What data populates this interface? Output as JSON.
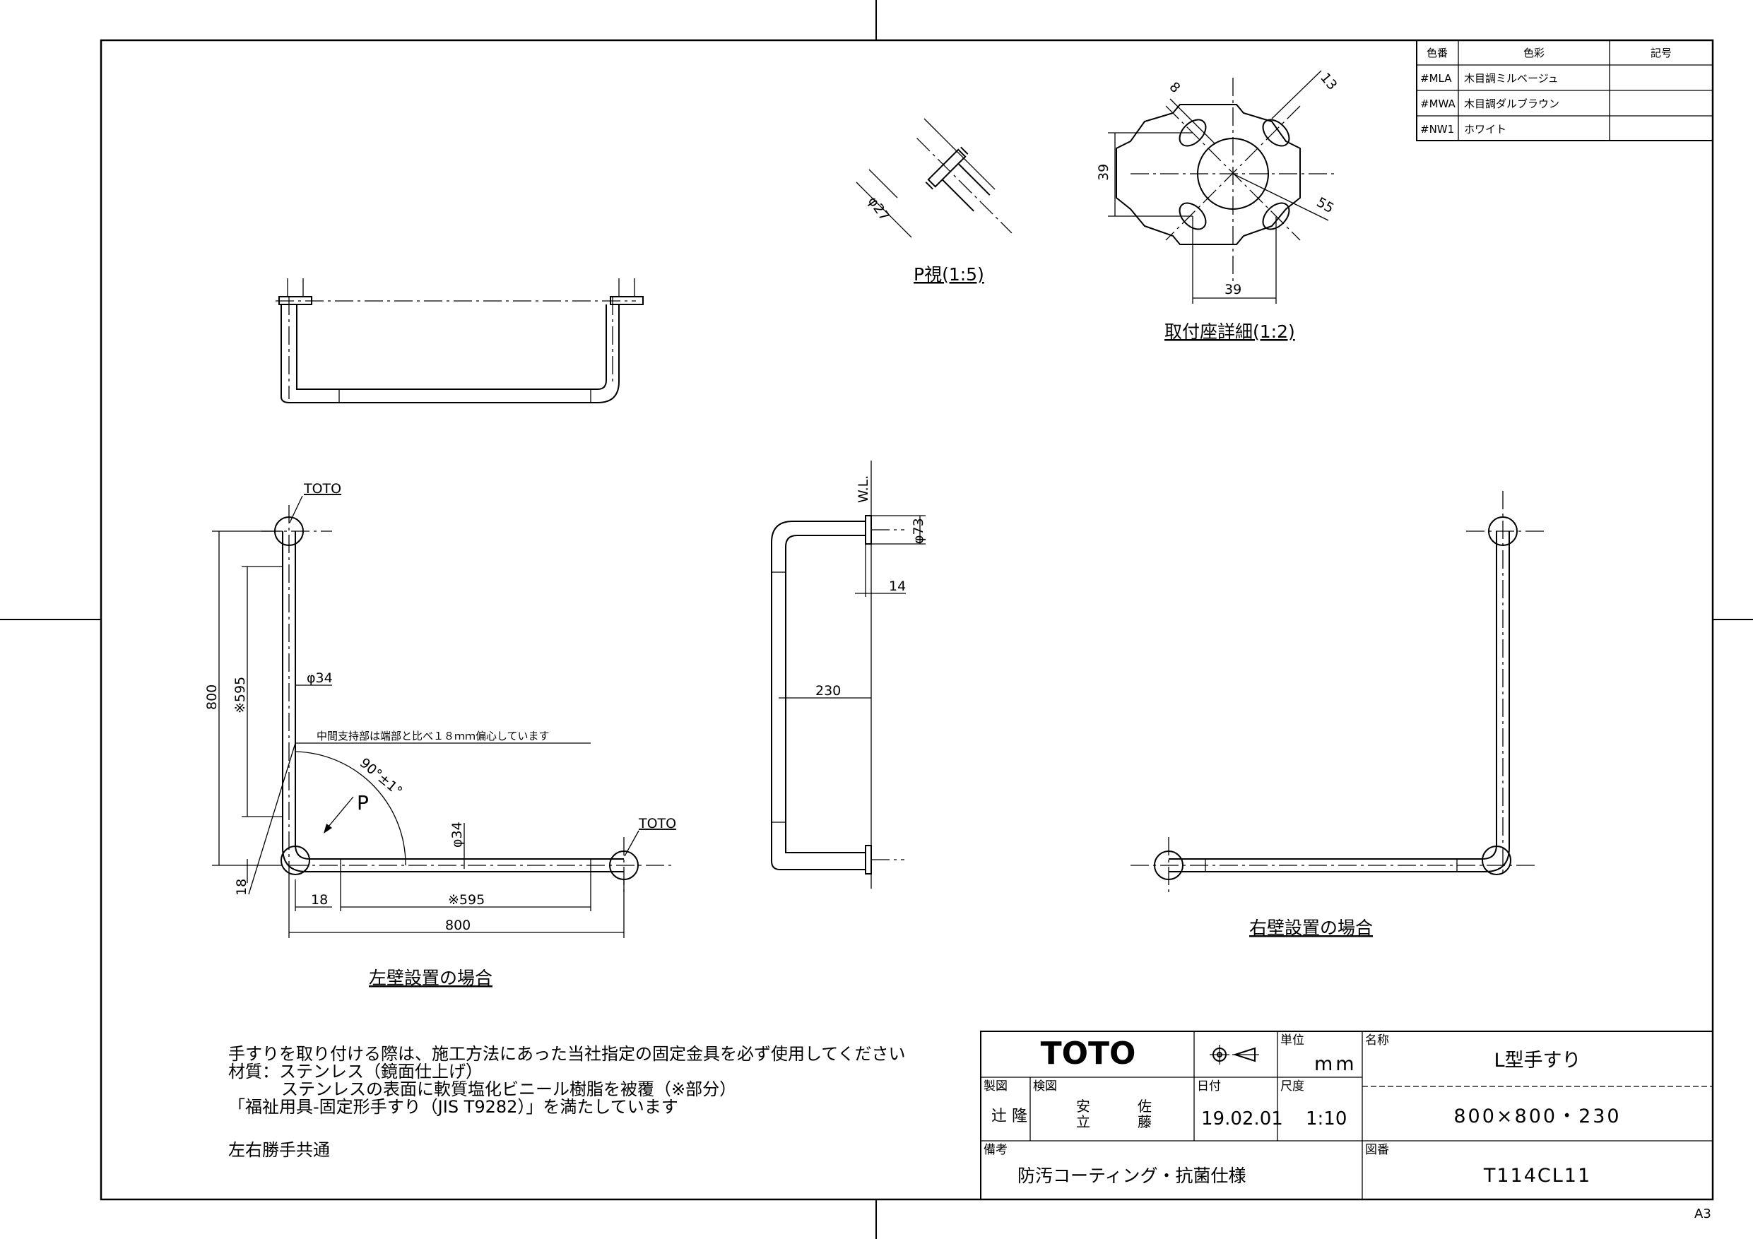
{
  "color_table": {
    "headers": [
      "色番",
      "色彩",
      "記号"
    ],
    "rows": [
      {
        "code": "#MLA",
        "name": "木目調ミルベージュ",
        "mark": ""
      },
      {
        "code": "#MWA",
        "name": "木目調ダルブラウン",
        "mark": ""
      },
      {
        "code": "#NW1",
        "name": "ホワイト",
        "mark": ""
      }
    ]
  },
  "views": {
    "p_view": "P視(1:5)",
    "p_view_dim": "φ27",
    "base_detail": "取付座詳細(1:2)",
    "base_dims": {
      "d8": "8",
      "d13": "13",
      "d39v": "39",
      "d39h": "39",
      "d55": "55"
    },
    "left_wall": "左壁設置の場合",
    "right_wall": "右壁設置の場合"
  },
  "dims": {
    "toto_mark_1": "TOTO",
    "toto_mark_2": "TOTO",
    "h800": "800",
    "h595": "※595",
    "dia34_v": "φ34",
    "dia34_h": "φ34",
    "offset_note": "中間支持部は端部と比べ１８ｍｍ偏心しています",
    "angle": "90°±1°",
    "p_arrow": "P",
    "h18": "18",
    "w18": "18",
    "w595": "※595",
    "w800": "800",
    "wl": "W.L.",
    "dia73": "φ73",
    "d14": "14",
    "d230": "230"
  },
  "notes": {
    "line1": "手すりを取り付ける際は、施工方法にあった当社指定の固定金具を必ず使用してください",
    "line2": "材質：ステンレス（鏡面仕上げ）",
    "line3": "ステンレスの表面に軟質塩化ビニール樹脂を被覆（※部分）",
    "line4": "「福祉用具-固定形手すり（JIS T9282）」を満たしています",
    "line5": "左右勝手共通"
  },
  "title_block": {
    "brand": "TOTO",
    "unit_label": "単位",
    "unit_value": "mm",
    "name_label": "名称",
    "name_value": "L型手すり",
    "drafted_label": "製図",
    "drafted_value": "辻 隆",
    "checked_label": "検図",
    "checked_value_1": "安",
    "checked_value_2": "立",
    "checked_value_3": "佐",
    "checked_value_4": "藤",
    "date_label": "日付",
    "date_value": "19.02.01",
    "scale_label": "尺度",
    "scale_value": "1:10",
    "size_value": "800×800・230",
    "remarks_label": "備考",
    "remarks_value": "防汚コーティング・抗菌仕様",
    "drawing_no_label": "図番",
    "drawing_no_value": "T114CL11"
  },
  "sheet_size": "A3"
}
